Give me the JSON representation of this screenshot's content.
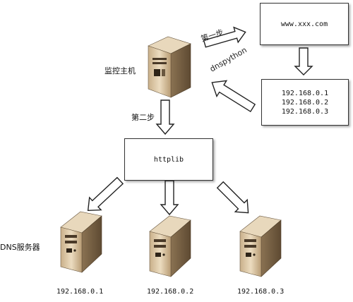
{
  "monitor_host_label": "监控主机",
  "step1_label": "第一步",
  "step1_tool": "dnspython",
  "step2_label": "第二步",
  "domain_box_text": "www.xxx.com",
  "resolved_ips": [
    "192.168.0.1",
    "192.168.0.2",
    "192.168.0.3"
  ],
  "httplib_label": "httplib",
  "dns_server_label": "DNS服务器",
  "server_ips": [
    "192.168.0.1",
    "192.168.0.2",
    "192.168.0.3"
  ]
}
